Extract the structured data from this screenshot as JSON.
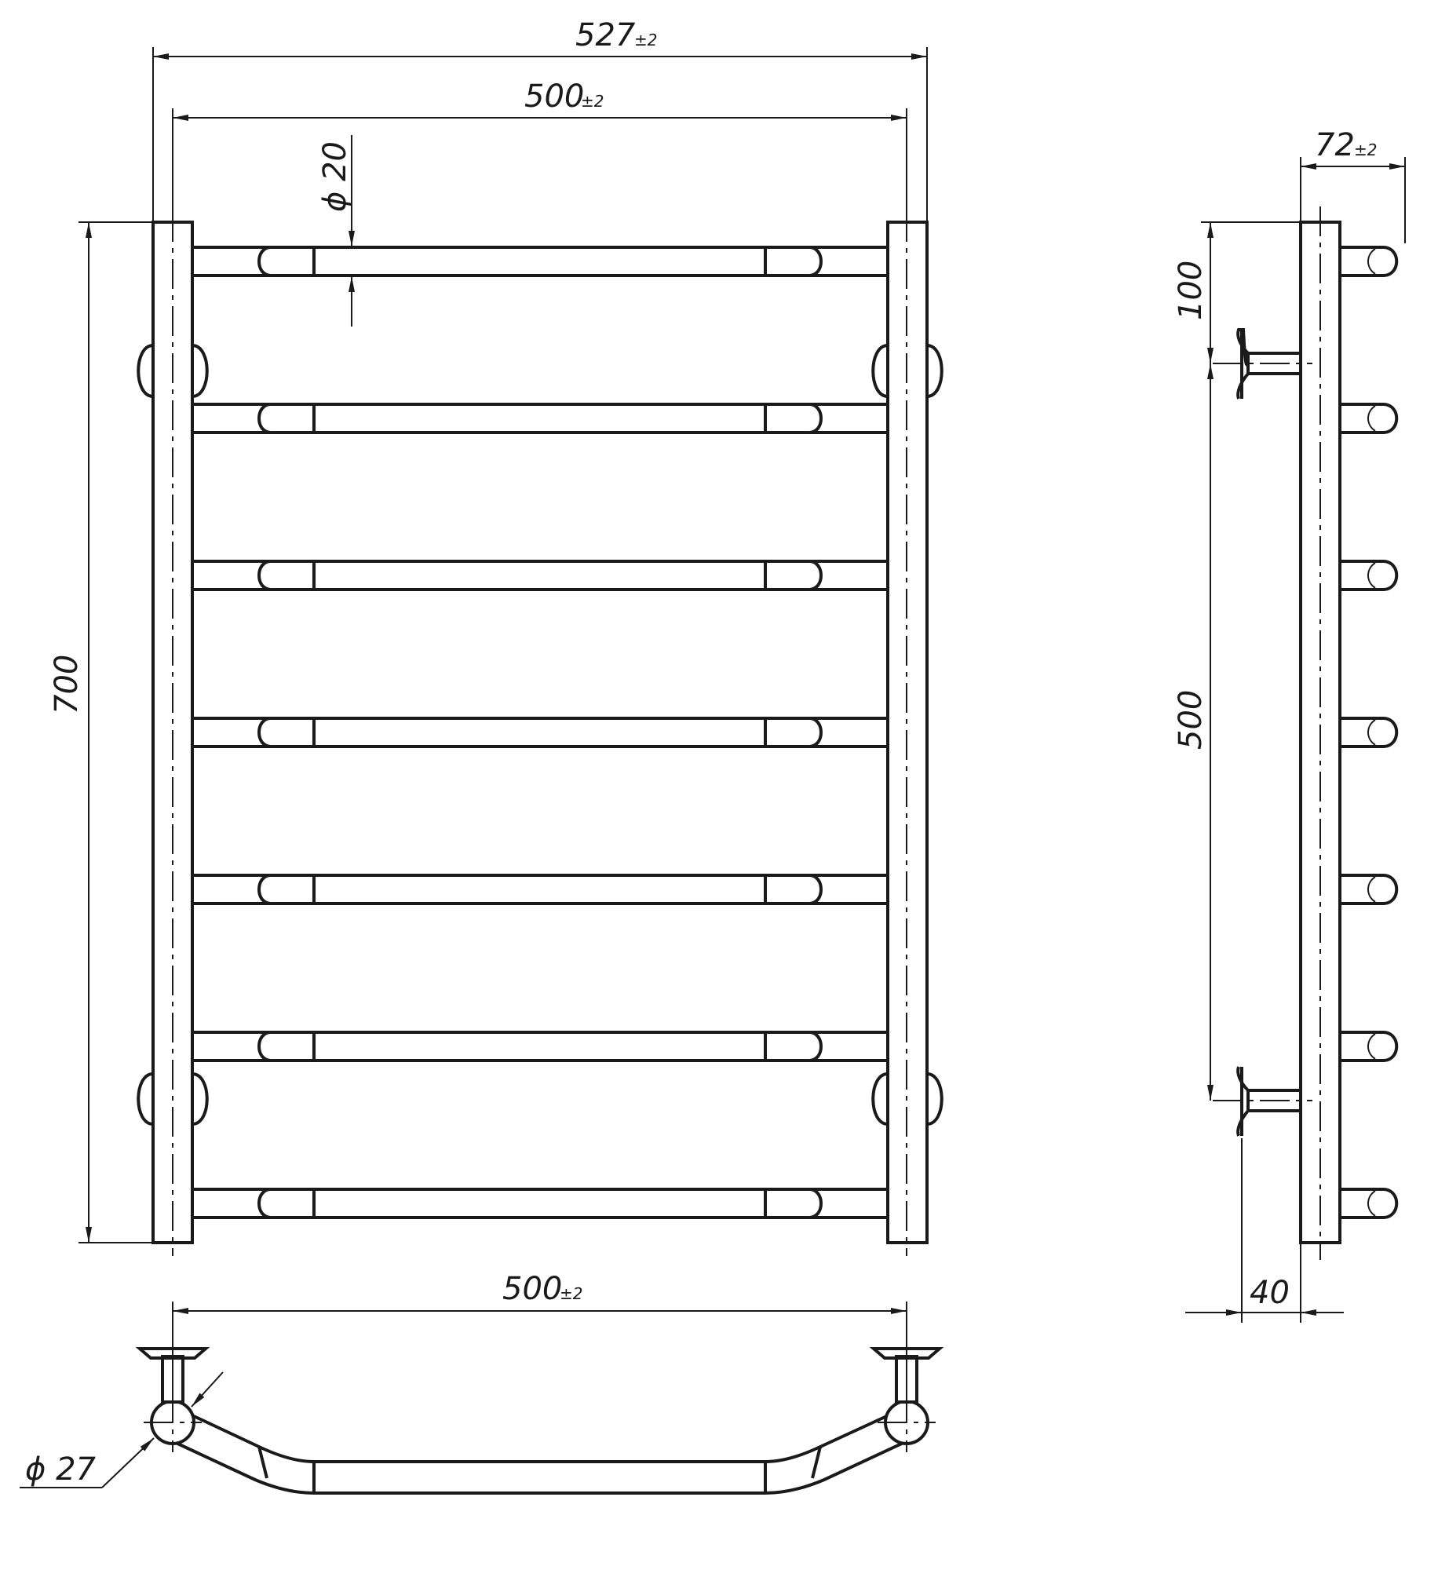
{
  "dimensions": {
    "overall_width": {
      "value": "527",
      "tolerance": "±2"
    },
    "inner_width": {
      "value": "500",
      "tolerance": "±2"
    },
    "tube_diameter": {
      "value": "ϕ 20"
    },
    "height": {
      "value": "700"
    },
    "depth": {
      "value": "72",
      "tolerance": "±2"
    },
    "top_offset": {
      "value": "100"
    },
    "mount_spacing": {
      "value": "500"
    },
    "wall_offset": {
      "value": "40"
    },
    "plan_width": {
      "value": "500",
      "tolerance": "±2"
    },
    "rail_diameter": {
      "value": "ϕ 27"
    }
  },
  "rungs": 7
}
